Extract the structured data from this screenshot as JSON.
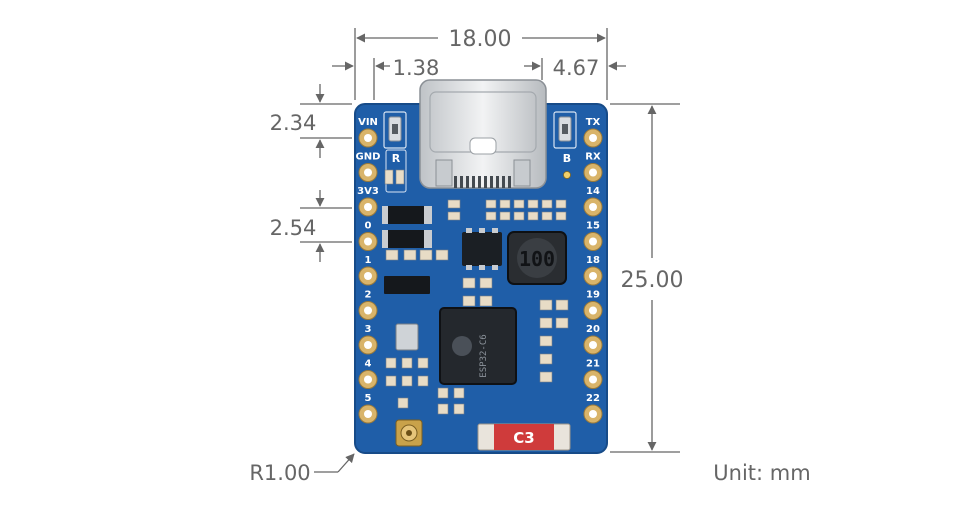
{
  "dimensions": {
    "width": "18.00",
    "left_offset": "1.38",
    "right_offset": "4.67",
    "pitch_top": "2.34",
    "pitch_pin": "2.54",
    "height": "25.00",
    "corner_radius": "R1.00"
  },
  "unit_label": "Unit: mm",
  "board": {
    "left_pins": [
      "VIN",
      "GND",
      "3V3",
      "0",
      "1",
      "2",
      "3",
      "4",
      "5"
    ],
    "right_pins": [
      "TX",
      "RX",
      "14",
      "15",
      "18",
      "19",
      "20",
      "21",
      "22"
    ],
    "button_left": "R",
    "button_right": "B",
    "inductor_marking": "100",
    "chip_marking": "ESP32-C6",
    "badge": "C3"
  },
  "colors": {
    "board": "#1f5ea8",
    "board_edge": "#174b88",
    "pad": "#d9b46a",
    "dimension": "#666666",
    "badge": "#cf3b3b"
  }
}
